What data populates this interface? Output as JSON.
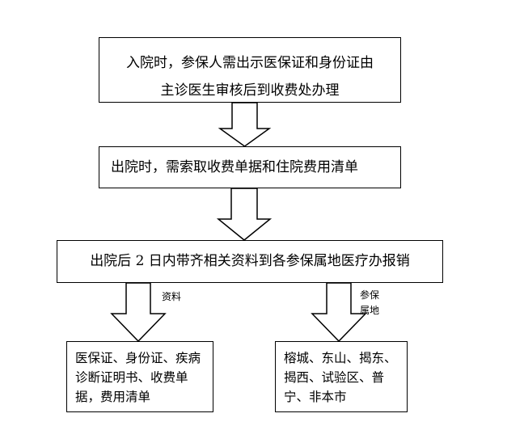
{
  "flowchart": {
    "step1": {
      "line1": "入院时，参保人需出示医保证和身份证由",
      "line2": "主诊医生审核后到收费处办理"
    },
    "step2": {
      "text": "出院时，需索取收费单据和住院费用清单"
    },
    "step3": {
      "text": "出院后 2 日内带齐相关资料到各参保属地医疗办报销"
    },
    "branch_left": {
      "label": "资料",
      "lines": [
        "医保证、身份证、疾病",
        "诊断证明书、收费单",
        "据，费用清单"
      ]
    },
    "branch_right": {
      "label_lines": [
        "参保",
        "属地"
      ],
      "lines": [
        "榕城、东山、揭东、",
        "揭西、试验区、普",
        "宁、非本市"
      ]
    }
  }
}
